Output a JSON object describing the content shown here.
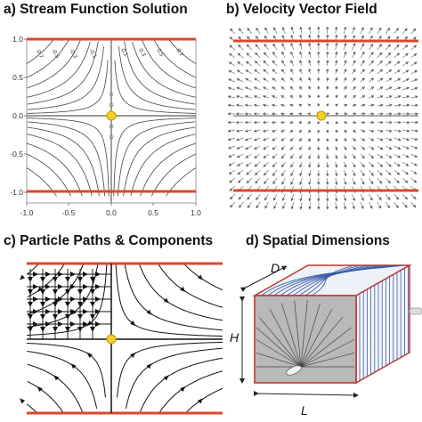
{
  "panels": {
    "a": {
      "title": "a) Stream Function Solution",
      "y_ticks": [
        "1.0",
        "0.5",
        "0.0",
        "-0.5",
        "-1.0"
      ],
      "x_ticks": [
        "-1.0",
        "-0.5",
        "0.0",
        "0.5",
        "1.0"
      ],
      "contour_labels": [
        "-0.7",
        "-0.5",
        "-0.3",
        "-0.1",
        "0.1",
        "0.3",
        "0.5",
        "0.7"
      ]
    },
    "b": {
      "title": "b) Velocity Vector Field"
    },
    "c": {
      "title": "c) Particle Paths & Components"
    },
    "d": {
      "title": "d) Spatial Dimensions",
      "label_d": "D",
      "label_h": "H",
      "label_l": "L"
    }
  },
  "colors": {
    "boundary": "#d9482b",
    "stagnation": "#f5d020",
    "stream": "#444444",
    "contour_blue": "#3a5aa8",
    "box_face": "#b9b9b9"
  }
}
